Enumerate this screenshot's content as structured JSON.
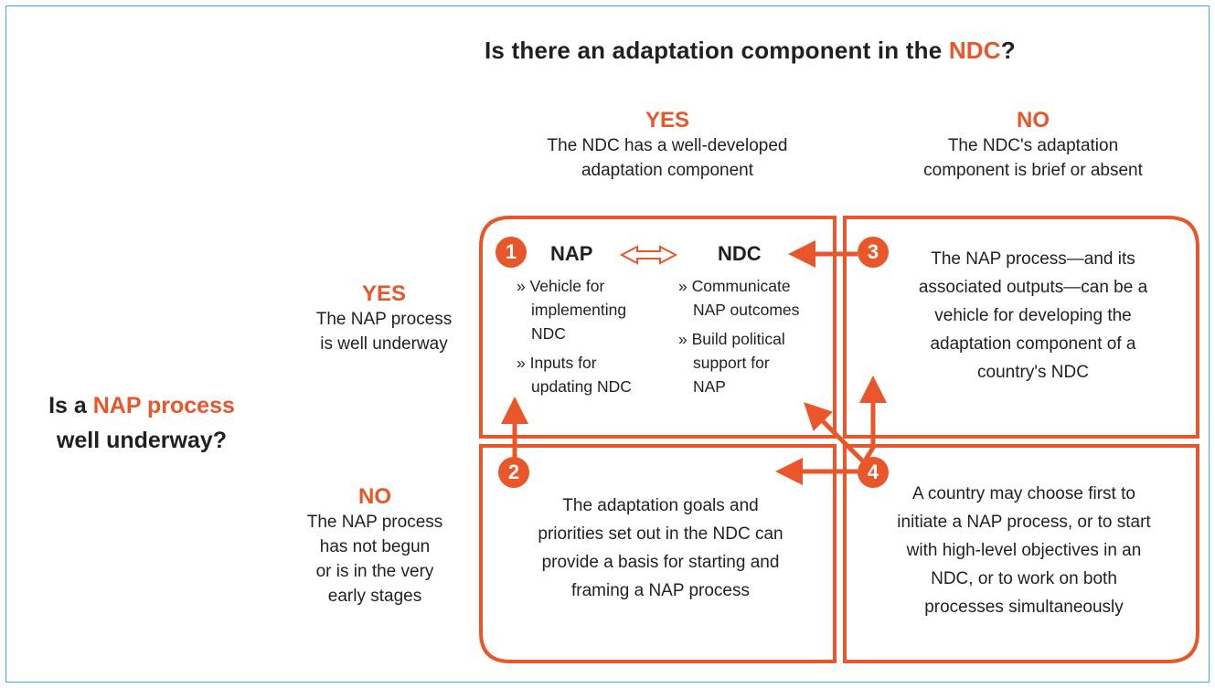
{
  "top_question": {
    "prefix": "Is there an adaptation component in the ",
    "highlight": "NDC",
    "suffix": "?"
  },
  "left_question": {
    "prefix": "Is a ",
    "highlight": "NAP process",
    "line2": "well underway?"
  },
  "columns": {
    "yes": {
      "head": "YES",
      "line1": "The NDC has a well-developed",
      "line2": "adaptation component"
    },
    "no": {
      "head": "NO",
      "line1": "The NDC's adaptation",
      "line2": "component is brief or absent"
    }
  },
  "rows": {
    "yes": {
      "head": "YES",
      "line1": "The NAP process",
      "line2": "is well underway"
    },
    "no": {
      "head": "NO",
      "line1": "The NAP process",
      "line2": "has not begun",
      "line3": "or is in the very",
      "line4": "early stages"
    }
  },
  "cell1": {
    "badge": "1",
    "nap_label": "NAP",
    "ndc_label": "NDC",
    "nap_bullets": [
      "» Vehicle for",
      "implementing",
      "NDC",
      "» Inputs for",
      "updating NDC"
    ],
    "ndc_bullets": [
      "» Communicate",
      "NAP outcomes",
      "» Build political",
      "support for",
      "NAP"
    ]
  },
  "cell2": {
    "badge": "2",
    "lines": [
      "The adaptation goals and",
      "priorities set out in the NDC can",
      "provide a basis for starting and",
      "framing a NAP process"
    ]
  },
  "cell3": {
    "badge": "3",
    "lines": [
      "The NAP process—and its",
      "associated outputs—can be a",
      "vehicle for developing the",
      "adaptation component of a",
      "country's NDC"
    ]
  },
  "cell4": {
    "badge": "4",
    "lines": [
      "A country may choose first to",
      "initiate a NAP process, or to start",
      "with high-level objectives in an",
      "NDC, or to work on both",
      "processes simultaneously"
    ]
  },
  "colors": {
    "accent": "#e8562a",
    "text": "#231f20",
    "frame": "#33b5e5"
  }
}
